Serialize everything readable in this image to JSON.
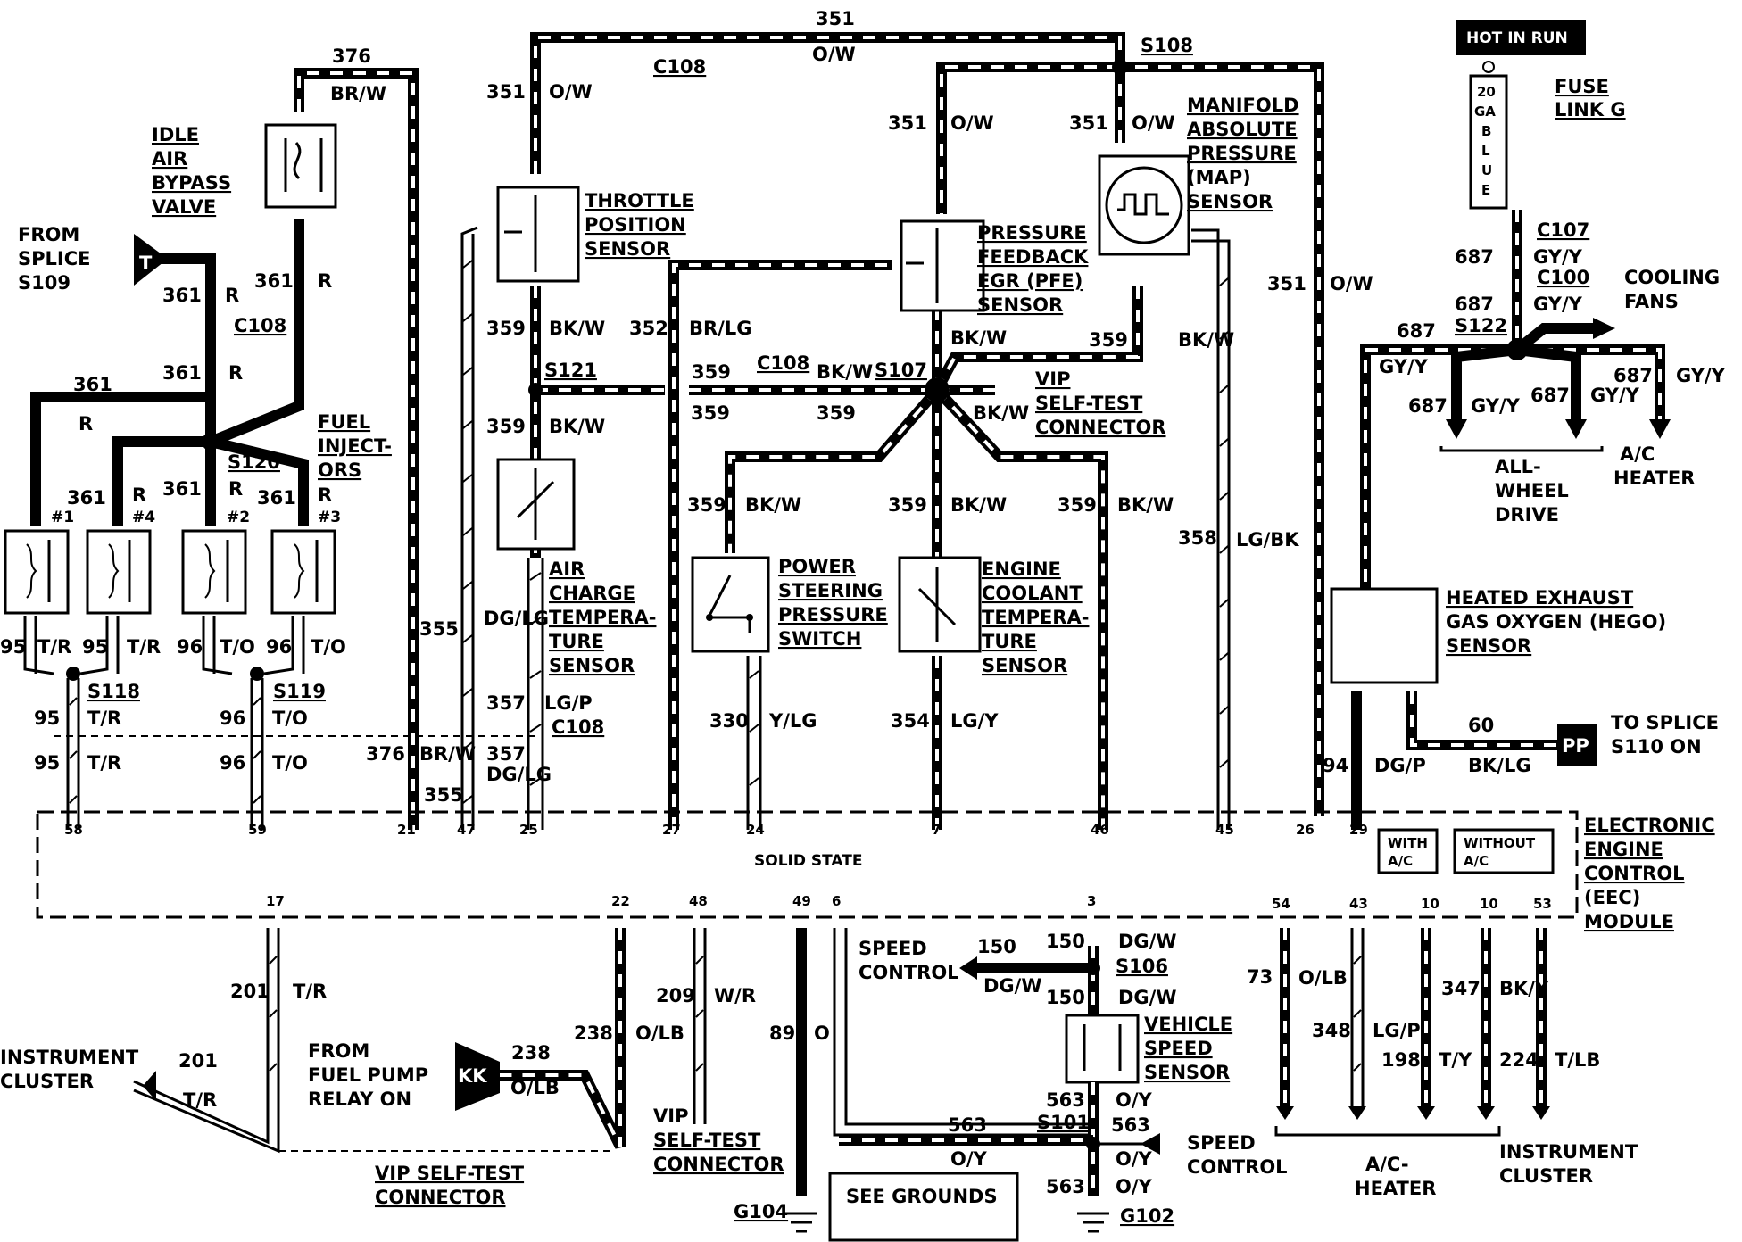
{
  "components": {
    "hot_in_run": "HOT IN RUN",
    "fuse_gauge": [
      "20",
      "GA",
      "B",
      "L",
      "U",
      "E"
    ],
    "fuse_link": [
      "FUSE",
      "LINK G"
    ],
    "idle_air": [
      "IDLE",
      "AIR",
      "BYPASS",
      "VALVE"
    ],
    "from_splice": [
      "FROM",
      "SPLICE",
      "S109"
    ],
    "splice_t": "T",
    "fuel_injectors": [
      "FUEL",
      "INJECT-",
      "ORS"
    ],
    "tps": [
      "THROTTLE",
      "POSITION",
      "SENSOR"
    ],
    "act": [
      "AIR",
      "CHARGE",
      "TEMPERA-",
      "TURE",
      "SENSOR"
    ],
    "pfe": [
      "PRESSURE",
      "FEEDBACK",
      "EGR (PFE)",
      "SENSOR"
    ],
    "map": [
      "MANIFOLD",
      "ABSOLUTE",
      "PRESSURE",
      "(MAP)",
      "SENSOR"
    ],
    "vip_connector": [
      "VIP",
      "SELF-TEST",
      "CONNECTOR"
    ],
    "psps": [
      "POWER",
      "STEERING",
      "PRESSURE",
      "SWITCH"
    ],
    "ect": [
      "ENGINE",
      "COOLANT",
      "TEMPERA-",
      "TURE",
      "SENSOR"
    ],
    "hego": [
      "HEATED EXHAUST",
      "GAS OXYGEN (HEGO)",
      "SENSOR"
    ],
    "cooling_fans": [
      "COOLING",
      "FANS"
    ],
    "awd": [
      "ALL-",
      "WHEEL",
      "DRIVE"
    ],
    "ac_heater_top": [
      "A/C",
      "HEATER"
    ],
    "to_splice": [
      "TO SPLICE",
      "S110 ON"
    ],
    "splice_pp": "PP",
    "eec": [
      "ELECTRONIC",
      "ENGINE",
      "CONTROL",
      "(EEC)",
      "MODULE"
    ],
    "solid_state": "SOLID STATE",
    "with_ac": [
      "WITH",
      "A/C"
    ],
    "without_ac": [
      "WITHOUT",
      "A/C"
    ],
    "instrument_cluster_left": [
      "INSTRUMENT",
      "CLUSTER"
    ],
    "from_fuel_pump": [
      "FROM",
      "FUEL PUMP",
      "RELAY ON"
    ],
    "splice_kk": "KK",
    "vip_bottom": [
      "VIP SELF-TEST",
      "CONNECTOR"
    ],
    "vip_bottom2": [
      "VIP",
      "SELF-TEST",
      "CONNECTOR"
    ],
    "speed_control_out": [
      "SPEED",
      "CONTROL"
    ],
    "vss": [
      "VEHICLE",
      "SPEED",
      "SENSOR"
    ],
    "speed_control_in": [
      "SPEED",
      "CONTROL"
    ],
    "see_grounds": "SEE GROUNDS",
    "ac_heater_bottom": [
      "A/C-",
      "HEATER"
    ],
    "instrument_cluster_right": [
      "INSTRUMENT",
      "CLUSTER"
    ],
    "injector_nums": [
      "#1",
      "#4",
      "#2",
      "#3"
    ]
  },
  "splices": [
    "S108",
    "S118",
    "S119",
    "S120",
    "S121",
    "S107",
    "S122",
    "S106",
    "S101"
  ],
  "connectors": [
    "C108",
    "C107",
    "C100"
  ],
  "grounds": [
    "G104",
    "G102"
  ],
  "pins_top": [
    "58",
    "59",
    "21",
    "47",
    "25",
    "27",
    "24",
    "7",
    "46",
    "45",
    "26",
    "29"
  ],
  "pins_bottom": [
    "17",
    "22",
    "48",
    "49",
    "6",
    "3",
    "54",
    "43",
    "10",
    "10",
    "53"
  ],
  "wire_labels": [
    "351",
    "O/W",
    "376",
    "BR/W",
    "351",
    "O/W",
    "351",
    "O/W",
    "351",
    "O/W",
    "351",
    "O/W",
    "361",
    "R",
    "361",
    "R",
    "361",
    "R",
    "361",
    "R",
    "361",
    "R",
    "361",
    "R",
    "361",
    "R",
    "359",
    "BK/W",
    "352",
    "BR/LG",
    "359",
    "BK/W",
    "359",
    "359",
    "BK/W",
    "BK/W",
    "BK/W",
    "359",
    "359",
    "BK/W",
    "359",
    "BK/W",
    "359",
    "BK/W",
    "359",
    "BK/W",
    "355",
    "DG/LG",
    "357",
    "LG/P",
    "357",
    "DG/LG",
    "376",
    "BR/W",
    "355",
    "95",
    "T/R",
    "95",
    "T/R",
    "96",
    "T/O",
    "96",
    "T/O",
    "95",
    "T/R",
    "96",
    "T/O",
    "95",
    "T/R",
    "96",
    "T/O",
    "330",
    "Y/LG",
    "354",
    "LG/Y",
    "358",
    "LG/BK",
    "94",
    "DG/P",
    "60",
    "BK/LG",
    "687",
    "GY/Y",
    "687",
    "GY/Y",
    "687",
    "GY/Y",
    "687",
    "GY/Y",
    "687",
    "GY/Y",
    "687",
    "GY/Y",
    "201",
    "T/R",
    "201",
    "T/R",
    "238",
    "O/LB",
    "238",
    "O/LB",
    "209",
    "W/R",
    "89",
    "O",
    "150",
    "DG/W",
    "150",
    "DG/W",
    "150",
    "DG/W",
    "563",
    "O/Y",
    "563",
    "O/Y",
    "563",
    "O/Y",
    "563",
    "O/Y",
    "73",
    "O/LB",
    "348",
    "LG/P",
    "347",
    "BK/Y",
    "198",
    "T/Y",
    "224",
    "T/LB"
  ]
}
